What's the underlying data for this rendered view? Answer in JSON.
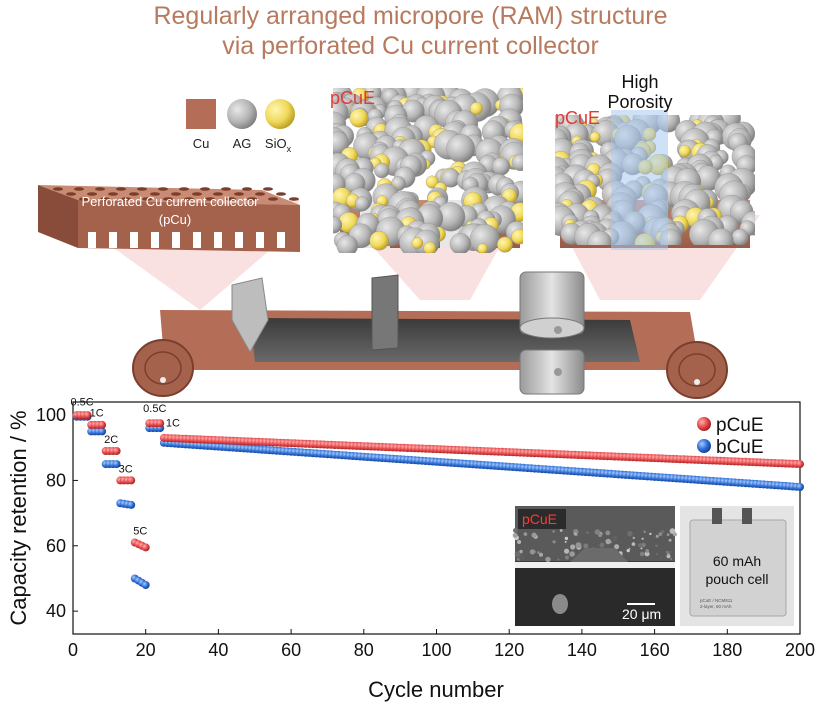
{
  "header": {
    "title_line1": "Regularly arranged micropore (RAM) structure",
    "title_line2": "via perforated Cu current collector"
  },
  "legend_materials": [
    {
      "label": "Cu",
      "color": "#b46e58"
    },
    {
      "label": "AG",
      "color": "#b4b4b4"
    },
    {
      "label": "SiO",
      "subscript": "x",
      "color": "#f0dc64"
    }
  ],
  "diagram": {
    "pcu_label_line1": "Perforated Cu current collector",
    "pcu_label_line2": "(pCu)",
    "pcue_label_mid": "pCuE",
    "pcue_label_right": "pCuE",
    "porosity_line1": "High",
    "porosity_line2": "Porosity",
    "colors": {
      "cu": "#b46e58",
      "ag": "#b4b4b4",
      "siox": "#f0dc64",
      "accent_red": "#e03a3a",
      "porosity_blue": "#a8c8f0"
    }
  },
  "chart_data": {
    "type": "scatter",
    "xlabel": "Cycle number",
    "ylabel": "Capacity retention / %",
    "xlim": [
      0,
      200
    ],
    "ylim": [
      33,
      104
    ],
    "xticks": [
      0,
      20,
      40,
      60,
      80,
      100,
      120,
      140,
      160,
      180,
      200
    ],
    "yticks": [
      40,
      60,
      80,
      100
    ],
    "legend_position": "top-right",
    "series": [
      {
        "name": "pCuE",
        "color": "#e8484a",
        "rate_steps": [
          {
            "x": [
              1,
              4
            ],
            "y": [
              100,
              100
            ]
          },
          {
            "x": [
              5,
              8
            ],
            "y": [
              97,
              97
            ]
          },
          {
            "x": [
              9,
              12
            ],
            "y": [
              89,
              89
            ]
          },
          {
            "x": [
              13,
              16
            ],
            "y": [
              80,
              80
            ]
          },
          {
            "x": [
              17,
              20
            ],
            "y": [
              61,
              59.5
            ]
          },
          {
            "x": [
              21,
              24
            ],
            "y": [
              97.5,
              97.5
            ]
          }
        ],
        "long_cycle": {
          "x_start": 25,
          "x_end": 200,
          "y_start": 93,
          "y_end": 85
        }
      },
      {
        "name": "bCuE",
        "color": "#2f6fd6",
        "rate_steps": [
          {
            "x": [
              1,
              4
            ],
            "y": [
              99.5,
              99.5
            ]
          },
          {
            "x": [
              5,
              8
            ],
            "y": [
              95,
              95
            ]
          },
          {
            "x": [
              9,
              12
            ],
            "y": [
              85,
              85
            ]
          },
          {
            "x": [
              13,
              16
            ],
            "y": [
              73,
              72.5
            ]
          },
          {
            "x": [
              17,
              20
            ],
            "y": [
              50,
              48
            ]
          },
          {
            "x": [
              21,
              24
            ],
            "y": [
              96,
              96
            ]
          }
        ],
        "long_cycle": {
          "x_start": 25,
          "x_end": 200,
          "y_start": 91.5,
          "y_end": 78
        }
      }
    ],
    "rate_labels": [
      {
        "text": "0.5C",
        "x": 2.5,
        "y": 103
      },
      {
        "text": "1C",
        "x": 6.5,
        "y": 99.5
      },
      {
        "text": "2C",
        "x": 10.5,
        "y": 91.5
      },
      {
        "text": "3C",
        "x": 14.5,
        "y": 82.5
      },
      {
        "text": "5C",
        "x": 18.5,
        "y": 63.5
      },
      {
        "text": "0.5C",
        "x": 22.5,
        "y": 101
      },
      {
        "text": "1C",
        "x": 27.5,
        "y": 96.5
      }
    ],
    "insets": {
      "sem_label": "pCuE",
      "scale_bar": "20 μm",
      "pouch_line1": "60 mAh",
      "pouch_line2": "pouch cell",
      "pouch_sticker_line1": "pCuE / NCM811",
      "pouch_sticker_line2": "2-layer, 60 mAh"
    }
  }
}
